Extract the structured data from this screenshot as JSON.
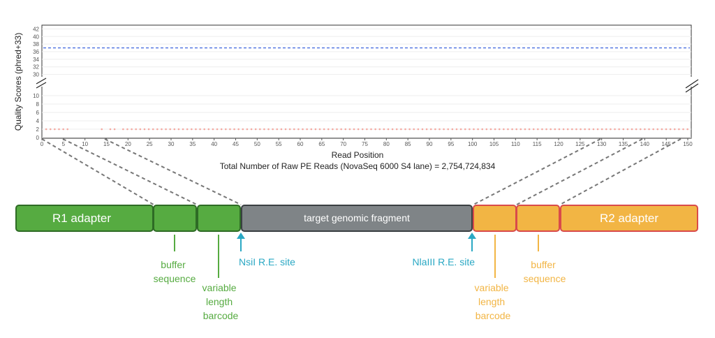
{
  "chart_data": {
    "type": "scatter",
    "xlabel": "Read Position",
    "subtitle": "Total Number of Raw PE Reads (NovaSeq 6000 S4 lane) = 2,754,724,834",
    "ylabel": "Quality Scores (phred+33)",
    "x_range": [
      0,
      150
    ],
    "x_ticks": [
      0,
      5,
      10,
      15,
      20,
      25,
      30,
      35,
      40,
      45,
      50,
      55,
      60,
      65,
      70,
      75,
      80,
      85,
      90,
      95,
      100,
      105,
      110,
      115,
      120,
      125,
      130,
      135,
      140,
      145,
      150
    ],
    "y_upper_range": [
      29,
      43
    ],
    "y_upper_ticks": [
      30,
      32,
      34,
      36,
      38,
      40,
      42
    ],
    "y_lower_range": [
      0,
      11
    ],
    "y_lower_ticks": [
      0,
      2,
      4,
      6,
      8,
      10
    ],
    "y_break": true,
    "grid": true,
    "series": [
      {
        "style": "dashed line",
        "color": "#4a6fe0",
        "y": 37
      },
      {
        "style": "dotted points",
        "color": "#f4a8a0",
        "y": 2,
        "x_gaps": [
          [
            6,
            13
          ],
          [
            14.5,
            15.5
          ],
          [
            17.5,
            18.5
          ]
        ]
      }
    ]
  },
  "segments": [
    {
      "label": "R1 adapter",
      "color": "#56ab41",
      "border": "#2e6b25"
    },
    {
      "label": "",
      "color": "#56ab41",
      "border": "#2e6b25"
    },
    {
      "label": "",
      "color": "#56ab41",
      "border": "#2e6b25"
    },
    {
      "label": "target genomic fragment",
      "color": "#7f8487",
      "border": "#3a3f42"
    },
    {
      "label": "",
      "color": "#f2b544",
      "border": "#d94a4a"
    },
    {
      "label": "",
      "color": "#f2b544",
      "border": "#d94a4a"
    },
    {
      "label": "R2 adapter",
      "color": "#f2b544",
      "border": "#d94a4a"
    }
  ],
  "annotations": {
    "r1_buffer": {
      "lines": [
        "buffer",
        "sequence"
      ],
      "color": "#56ab41"
    },
    "r1_barcode": {
      "lines": [
        "variable",
        "length",
        "barcode"
      ],
      "color": "#56ab41"
    },
    "nsi_site": {
      "lines": [
        "NsiI R.E. site"
      ],
      "color": "#2aa8c4"
    },
    "nla_site": {
      "lines": [
        "NlaIII R.E. site"
      ],
      "color": "#2aa8c4"
    },
    "r2_barcode": {
      "lines": [
        "variable",
        "length",
        "barcode"
      ],
      "color": "#f2b544"
    },
    "r2_buffer": {
      "lines": [
        "buffer",
        "sequence"
      ],
      "color": "#f2b544"
    }
  }
}
